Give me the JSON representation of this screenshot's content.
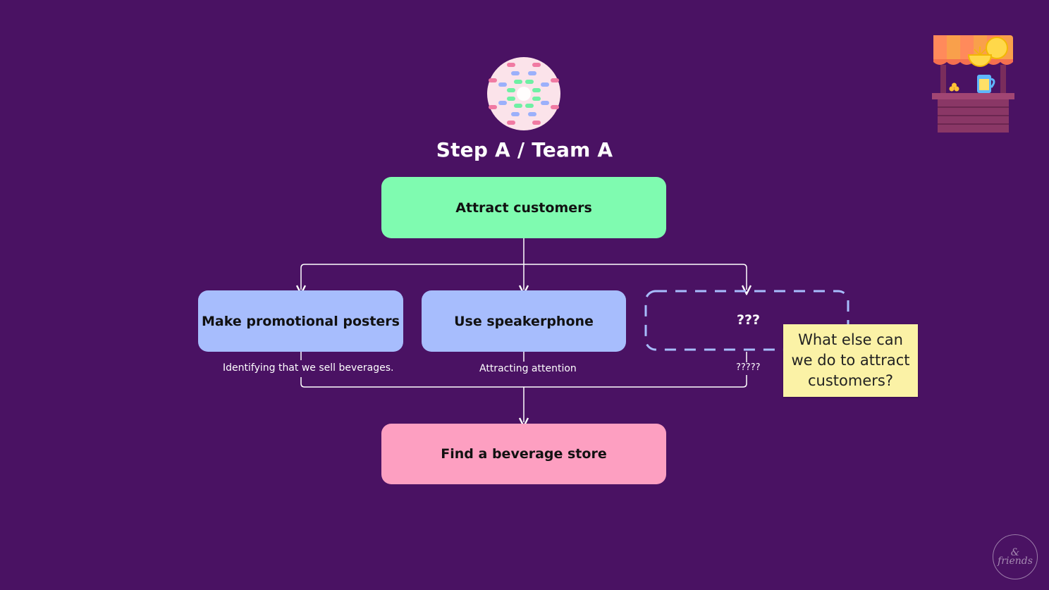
{
  "title": "Step A / Team A",
  "colors": {
    "background": "#4a1263",
    "top_node": "#7ffbb0",
    "middle_nodes": "#a7bdfd",
    "bottom_node": "#fd9fc1",
    "dashed_border": "#a7bdfd",
    "sticky_note": "#fbf2a6",
    "connector": "#ffffff"
  },
  "nodes": {
    "top": "Attract customers",
    "middle_left": "Make promotional posters",
    "middle_center": "Use speakerphone",
    "middle_right": "???",
    "bottom": "Find a beverage store"
  },
  "edge_labels": {
    "left": "Identifying that we sell beverages.",
    "center": "Attracting attention",
    "right": "?????"
  },
  "sticky_note": {
    "lines": [
      "What else can",
      "we do to attract",
      "customers?"
    ]
  },
  "watermark": {
    "symbol": "&",
    "text": "friends"
  },
  "icons": {
    "top": "dotted-circle-icon",
    "corner": "lemonade-stand-icon"
  }
}
